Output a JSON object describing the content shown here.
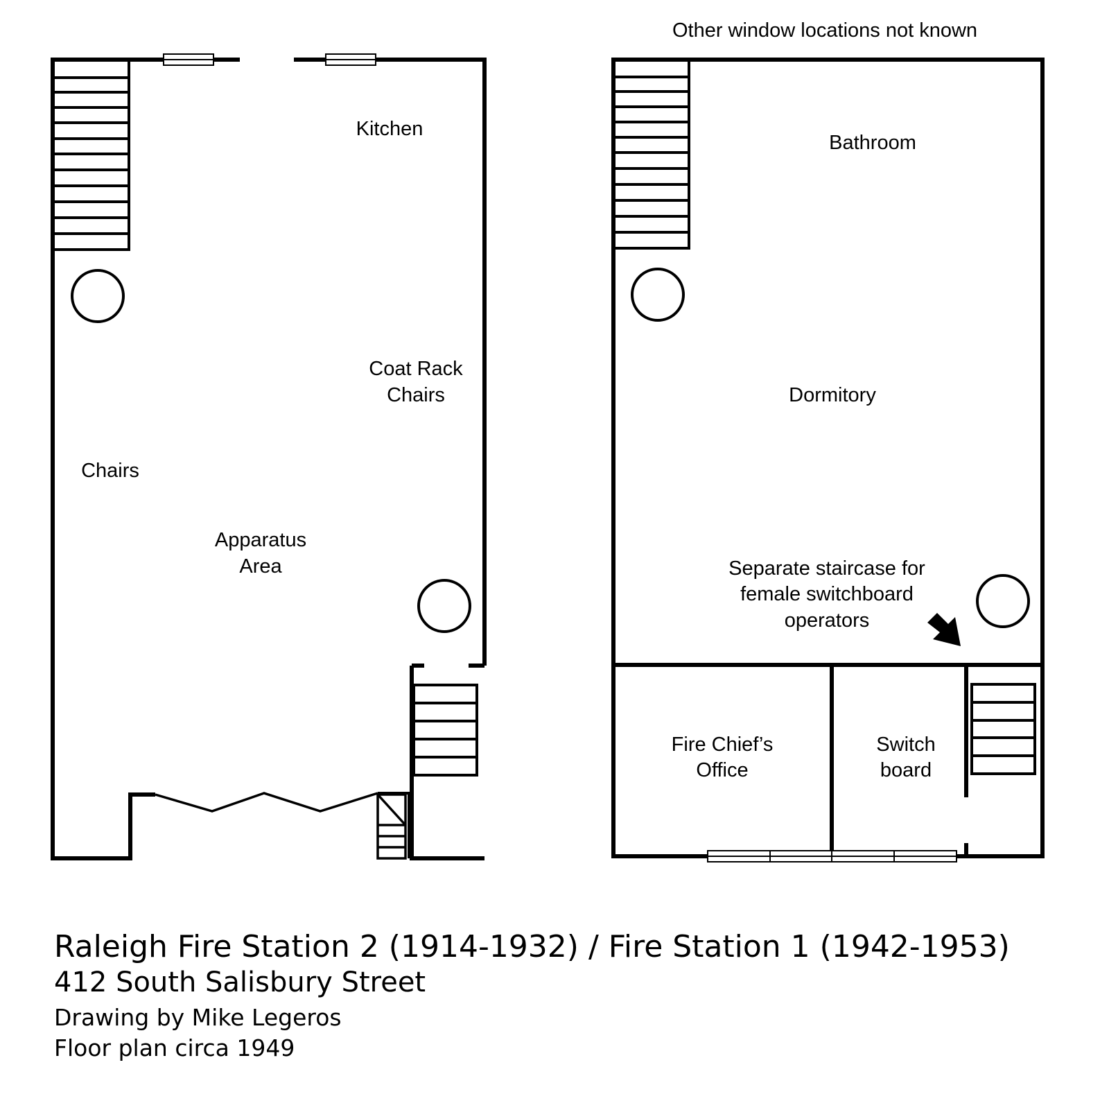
{
  "first_floor": {
    "labels": {
      "kitchen": "Kitchen",
      "coat_rack": "Coat Rack",
      "coat_rack_chairs": "Chairs",
      "chairs": "Chairs",
      "apparatus_line1": "Apparatus",
      "apparatus_line2": "Area"
    }
  },
  "second_floor": {
    "note": "Other window locations not known",
    "labels": {
      "bathroom": "Bathroom",
      "dormitory": "Dormitory",
      "staircase_note_line1": "Separate staircase for",
      "staircase_note_line2": "female switchboard",
      "staircase_note_line3": "operators",
      "chief_office_line1": "Fire Chief’s",
      "chief_office_line2": "Office",
      "switchboard_line1": "Switch",
      "switchboard_line2": "board"
    }
  },
  "caption": {
    "title": "Raleigh Fire Station 2 (1914-1932) / Fire Station 1 (1942-1953)",
    "address": "412 South Salisbury Street",
    "credit": "Drawing by Mike Legeros",
    "date": "Floor plan circa 1949"
  }
}
